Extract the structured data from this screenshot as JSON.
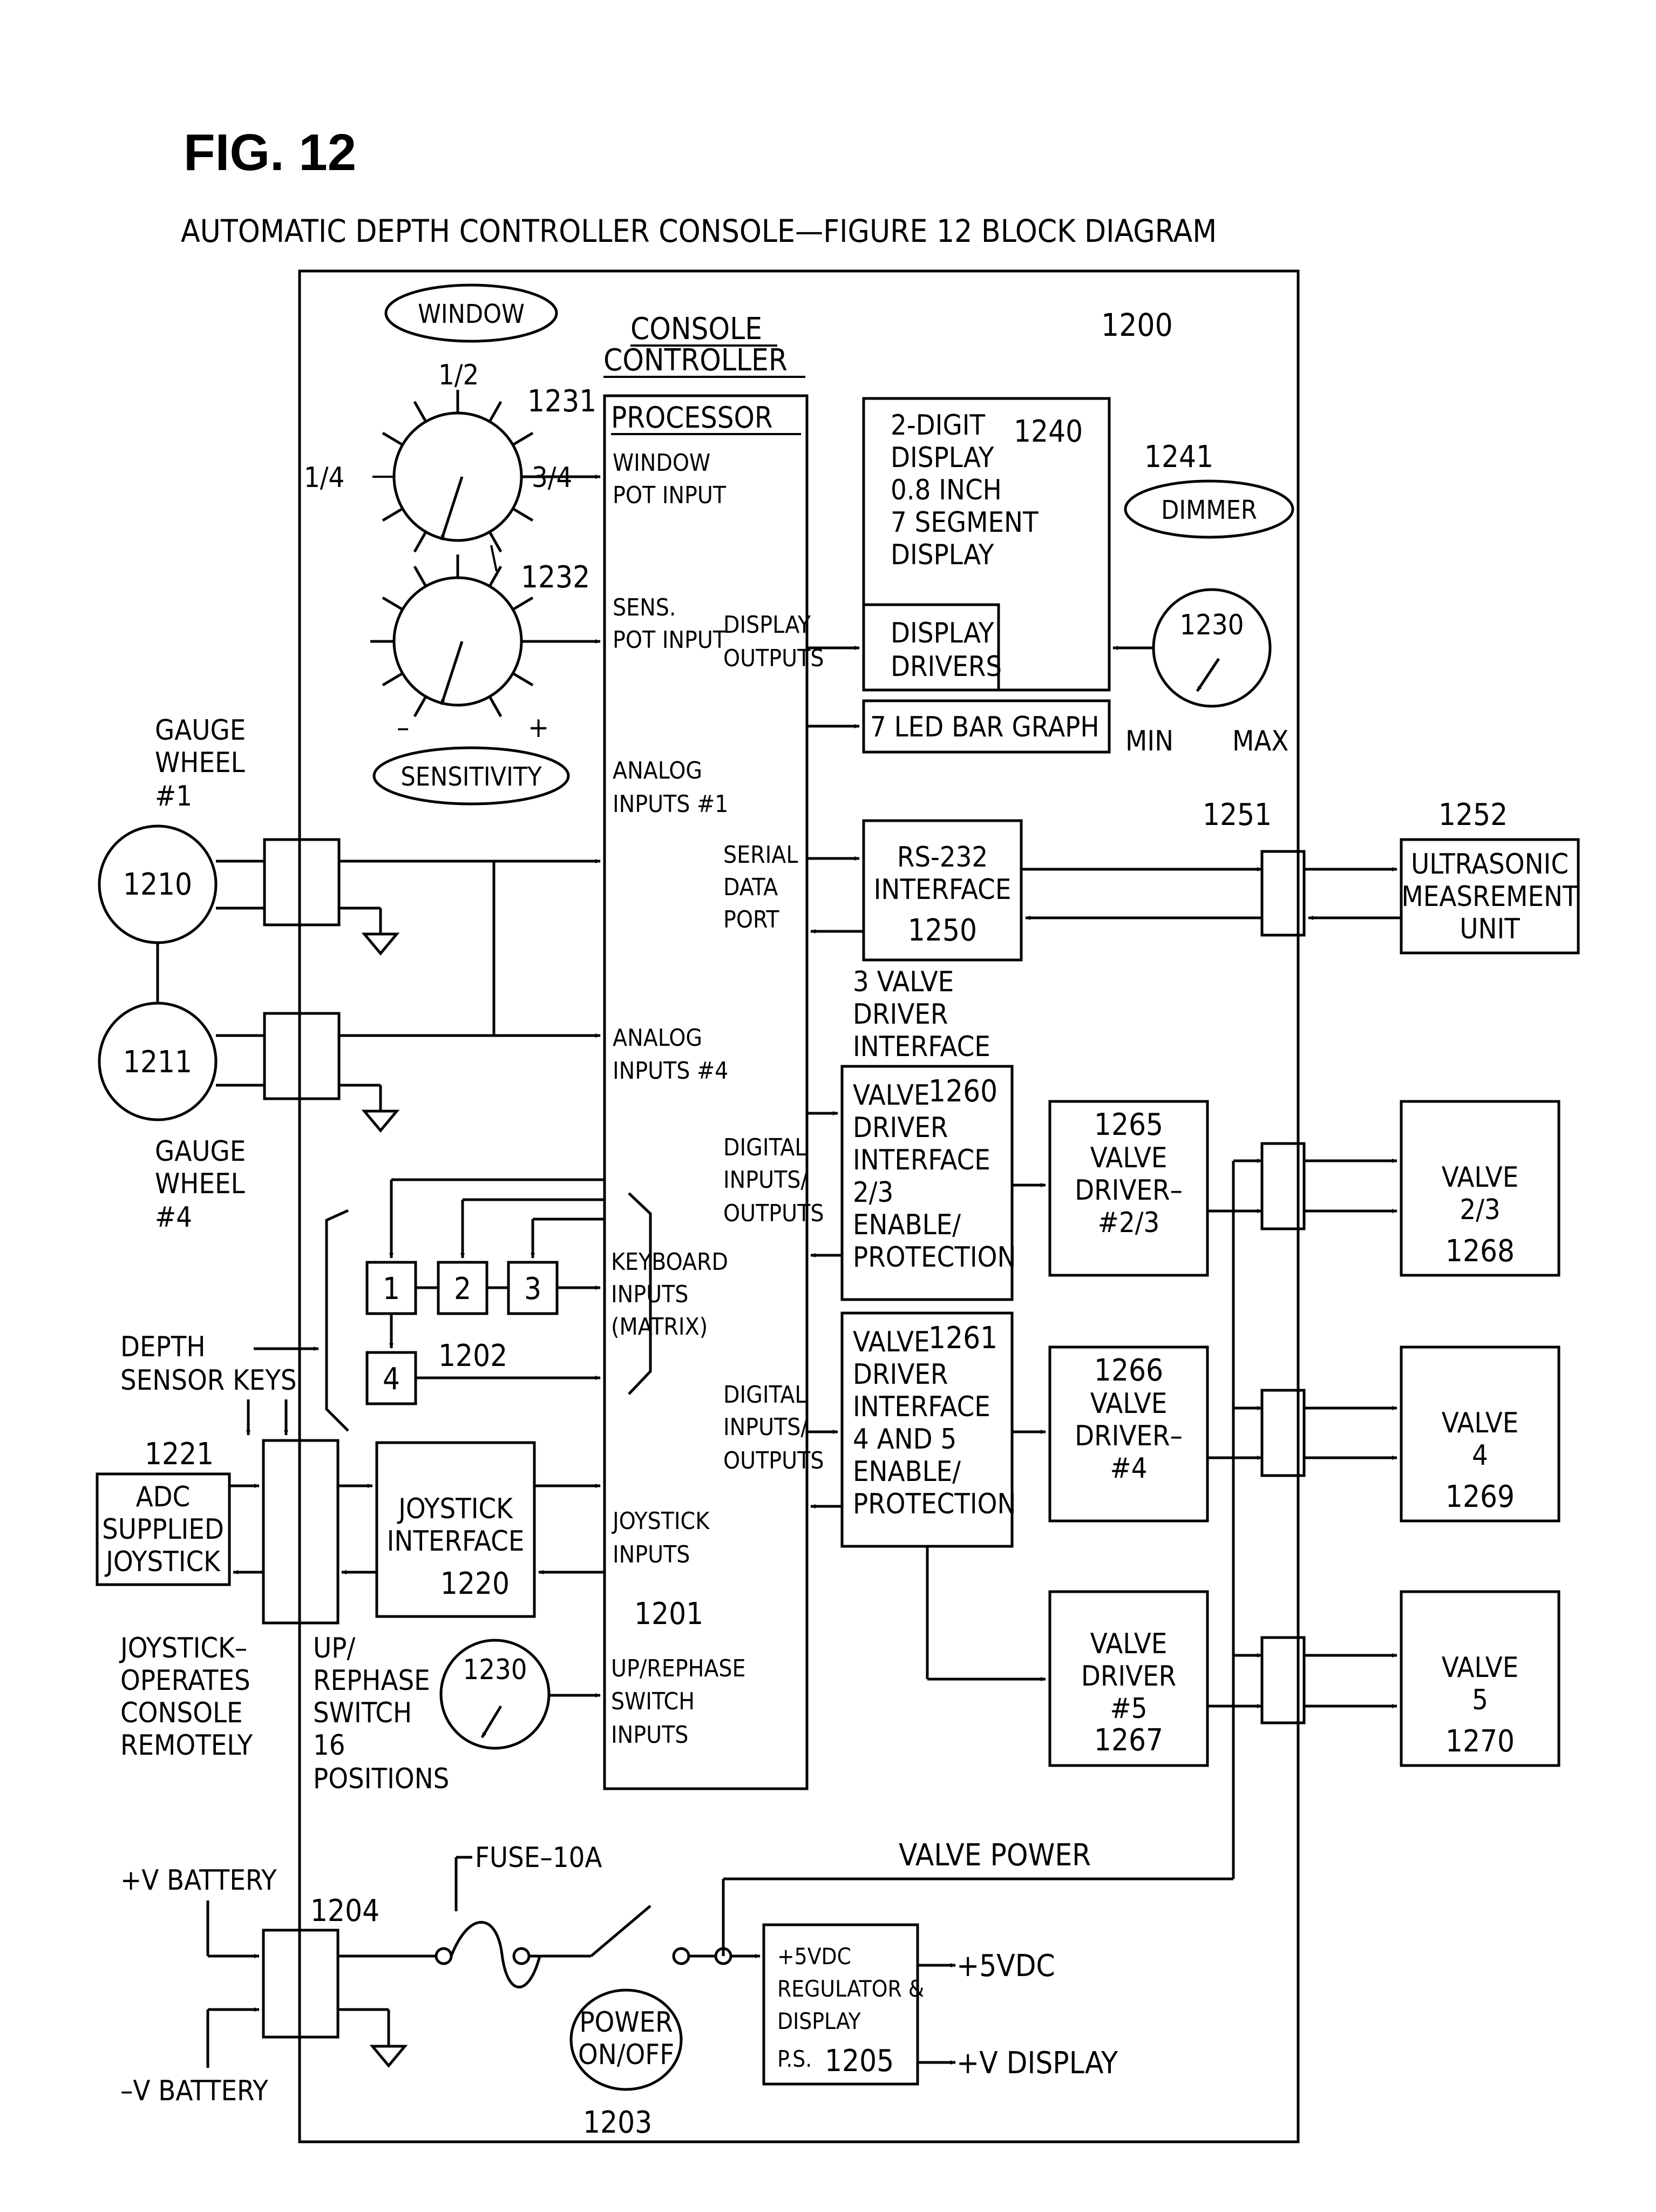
{
  "figure": {
    "label": "FIG.  12",
    "title": "AUTOMATIC  DEPTH  CONTROLLER  CONSOLE—FIGURE  12  BLOCK  DIAGRAM",
    "console_ref": "1200"
  },
  "controller": {
    "heading_line1": "CONSOLE",
    "heading_line2": "CONTROLLER",
    "processor_label": "PROCESSOR",
    "processor_ref": "1201",
    "inputs": {
      "window_pot": [
        "WINDOW",
        "POT INPUT"
      ],
      "sens_pot": [
        "SENS.",
        "POT INPUT"
      ],
      "analog_1": [
        "ANALOG",
        "INPUTS #1"
      ],
      "analog_4": [
        "ANALOG",
        "INPUTS #4"
      ],
      "keyboard": [
        "KEYBOARD",
        "INPUTS",
        "(MATRIX)"
      ],
      "joystick": [
        "JOYSTICK",
        "INPUTS"
      ],
      "rephase": [
        "UP/REPHASE",
        "SWITCH",
        "INPUTS"
      ]
    },
    "outputs": {
      "display": [
        "DISPLAY",
        "OUTPUTS"
      ],
      "serial": [
        "SERIAL",
        "DATA",
        "PORT"
      ],
      "digital_1": [
        "DIGITAL",
        "INPUTS/",
        "OUTPUTS"
      ],
      "digital_2": [
        "DIGITAL",
        "INPUTS/",
        "OUTPUTS"
      ]
    }
  },
  "knobs": {
    "window": {
      "label": "WINDOW",
      "ref": "1231",
      "marks": [
        "1/2",
        "1/4",
        "3/4"
      ]
    },
    "sensitivity": {
      "label": "SENSITIVITY",
      "ref": "1232",
      "minus": "–",
      "plus": "+"
    }
  },
  "display": {
    "lines": [
      "2-DIGIT",
      "DISPLAY",
      "0.8  INCH",
      "7  SEGMENT",
      "DISPLAY"
    ],
    "ref": "1240",
    "drivers": [
      "DISPLAY",
      "DRIVERS"
    ],
    "bar_graph": "7  LED  BAR  GRAPH",
    "dimmer_label": "DIMMER",
    "dimmer_ref": "1241",
    "dimmer_knob": "1230",
    "min": "MIN",
    "max": "MAX"
  },
  "serial": {
    "interface": [
      "RS-232",
      "INTERFACE",
      "1250"
    ],
    "connector_ref": "1251",
    "unit_ref": "1252",
    "unit": [
      "ULTRASONIC",
      "MEASREMENT",
      "UNIT"
    ]
  },
  "valves": {
    "interface_heading": [
      "3  VALVE",
      "DRIVER",
      "INTERFACE"
    ],
    "iface_a": {
      "lines": [
        "VALVE",
        "DRIVER",
        "INTERFACE",
        "2/3",
        "ENABLE/",
        "PROTECTION"
      ],
      "ref": "1260"
    },
    "iface_b": {
      "lines": [
        "VALVE",
        "DRIVER",
        "INTERFACE",
        "4  AND  5",
        "ENABLE/",
        "PROTECTION"
      ],
      "ref": "1261"
    },
    "driver_a": [
      "1265",
      "VALVE",
      "DRIVER–",
      "#2/3"
    ],
    "driver_b": [
      "1266",
      "VALVE",
      "DRIVER–",
      "#4"
    ],
    "driver_c": [
      "VALVE",
      "DRIVER",
      "#5",
      "1267"
    ],
    "valve_a": [
      "VALVE",
      "2/3",
      "1268"
    ],
    "valve_b": [
      "VALVE",
      "4",
      "1269"
    ],
    "valve_c": [
      "VALVE",
      "5",
      "1270"
    ],
    "power_label": "VALVE  POWER"
  },
  "gauges": {
    "wheel_1": {
      "label": [
        "GAUGE",
        "WHEEL",
        "#1"
      ],
      "ref": "1210"
    },
    "wheel_4": {
      "label": [
        "GAUGE",
        "WHEEL",
        "#4"
      ],
      "ref": "1211"
    }
  },
  "keys": {
    "labels": [
      "1",
      "2",
      "3",
      "4"
    ],
    "ref": "1202",
    "caption": [
      "DEPTH",
      "SENSOR  KEYS"
    ]
  },
  "joystick": {
    "device": [
      "ADC",
      "SUPPLIED",
      "JOYSTICK"
    ],
    "device_ref": "1221",
    "interface": [
      "JOYSTICK",
      "INTERFACE",
      "1220"
    ],
    "caption": [
      "JOYSTICK–",
      "OPERATES",
      "CONSOLE",
      "REMOTELY"
    ]
  },
  "rephase": {
    "knob_ref": "1230",
    "caption": [
      "UP/",
      "REPHASE",
      "SWITCH",
      "16",
      "POSITIONS"
    ]
  },
  "power": {
    "pos_battery": "+V  BATTERY",
    "neg_battery": "–V  BATTERY",
    "connector_ref": "1204",
    "fuse": "FUSE–10A",
    "switch": [
      "POWER",
      "ON/OFF"
    ],
    "switch_ref": "1203",
    "regulator": [
      "+5VDC",
      "REGULATOR  &",
      "DISPLAY",
      "P.S."
    ],
    "regulator_ref": "1205",
    "out_5vdc": "+5VDC",
    "out_display": "+V  DISPLAY"
  }
}
